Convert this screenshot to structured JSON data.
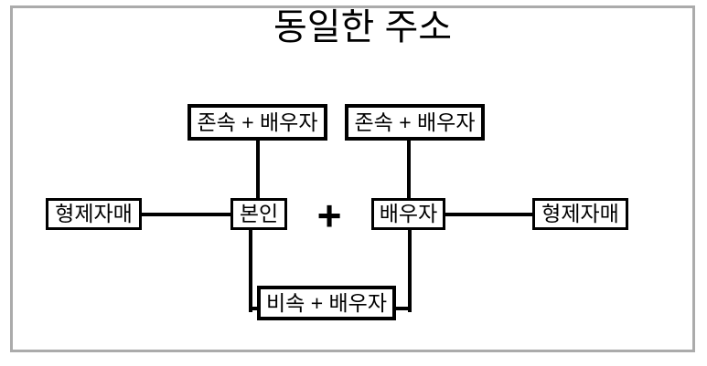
{
  "title": "동일한 주소",
  "plus_sign": "+",
  "nodes": {
    "ancestor_left": "존속 + 배우자",
    "ancestor_right": "존속 + 배우자",
    "sibling_left": "형제자매",
    "self": "본인",
    "spouse": "배우자",
    "sibling_right": "형제자매",
    "descendant": "비속 + 배우자"
  },
  "colors": {
    "node_border": "#000000",
    "connector": "#000000",
    "frame_border": "#ababab",
    "background": "#ffffff",
    "text": "#000000"
  }
}
